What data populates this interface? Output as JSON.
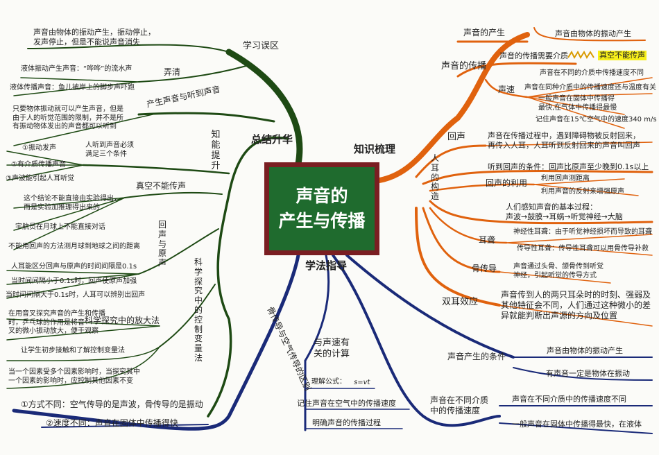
{
  "center": {
    "title": "声音的\n产生与传播"
  },
  "branches": {
    "summary": "总结升华",
    "knowledge": "知识梳理",
    "method": "学法指导"
  },
  "left": {
    "mistakes": "学习误区",
    "mistake_note": "声音由物体的振动产生，振动停止，\n发声停止，但是不能说声音消失",
    "clarify": "弄清",
    "liquid_sound": "液体振动产生声音：“哗哗”的流水声",
    "liquid_transmit": "液体传播声音：鱼儿被岸上的脚步声吓跑",
    "produce_hear": "产生声音与听到声音",
    "vibrate_note": "只要物体振动就可以产生声音，但是\n由于人的听觉范围的限制，并不是所\n有振动物体发出的声音都可以听到",
    "ability": "知能提升",
    "cond1": "①振动发声",
    "cond2": "②有介质传播声音",
    "cond3": "③声波能引起人耳听觉",
    "three_cond": "人听到声音必须\n满足三个条件",
    "vacuum": "真空不能传声",
    "vacuum_note": "这个结论不能直接由实验得出，\n而是实验加推理得出来的",
    "astronaut": "宇航员在月球上不能直接对话",
    "echo_dist": "不能用回声的方法测月球到地球之间的距离",
    "echo_vs": "回声与原声",
    "ear_dist": "人耳能区分回声与原声的时间间隔是0.1s",
    "lt": "当时间间隔小于0.1s时，回声使原声加强",
    "gt": "当时间间隔大于0.1s时，人耳可以辨别出回声",
    "science": "科学探究中的控制变量法",
    "amplify": "科学探究中的放大法",
    "amplify_note": "在用音叉探究声音的产生和传播\n时，乒乓球的作用是将音\n叉的微小振动放大，便于观察",
    "control_intro": "让学生初步接触和了解控制变量法",
    "control_note": "当一个因素受多个因素影响时，当探究其中\n一个因素的影响时，应控制其他因素不变",
    "bone_air": "骨传导与空气传导的区别",
    "diff1": "①方式不同：空气传导的是声波，骨传导的是振动",
    "diff2": "②速度不同：声音在固体中传播得快"
  },
  "bottom": {
    "speed_calc": "与声速有\n关的计算",
    "formula_label": "理解公式：",
    "formula": "s=vt",
    "remember": "记住声音在空气中的传播速度",
    "process": "明确声音的传播过程"
  },
  "right": {
    "origin": "声音的产生",
    "origin_detail": "声音由物体的振动产生",
    "propagation": "声音的传播",
    "need_medium": "声音的传播需要介质",
    "no_vacuum": "真空不能传声",
    "speed": "声速",
    "speed_diff": "声音在不同的介质中传播速度不同",
    "speed_temp": "声音在同种介质中的传播速度还与温度有关",
    "solid_fast": "一般声音在固体中传播得\n最快,在气体中传播得最慢",
    "air_speed": "记住声音在15℃空气中的速度340 m/s",
    "echo": "回声",
    "echo_def": "声音在传播过程中，遇到障碍物被反射回来，\n再传入人耳，人耳听到反射回来的声音叫回声",
    "ear_struct": "人耳的构造",
    "echo_cond": "听到回声的条件：回声比原声至少晚到0.1s以上",
    "echo_use": "回声的利用",
    "use1": "利用回声测距离",
    "use2": "利用声音的反射来增强原声",
    "hearing": "人们感知声音的基本过程：\n声波→鼓膜→耳蜗→听觉神经→大脑",
    "deaf": "耳聋",
    "deaf1": "神经性耳聋：由于听觉神经损坏而导致的耳聋",
    "deaf2": "传导性耳聋：传导性耳聋可以用骨传导补救",
    "bone": "骨传导",
    "bone_detail": "声音通过头骨、颌骨传到听觉\n神经，引起听觉的传导方式",
    "binaural": "双耳效应",
    "binaural_detail": "声音传到人的两只耳朵时的时刻、强弱及\n其他特征会不同，人们通过这种微小的差\n异就能判断出声源的方向及位置",
    "cond": "声音产生的条件",
    "cond_a": "声音由物体的振动产生",
    "cond_b": "有声音一定是物体在振动",
    "media_speed": "声音在不同介质\n中的传播速度",
    "media_a": "声音在不同介质中的传播速度不同",
    "media_b": "一般声音在固体中传播得最快，在液体"
  },
  "colors": {
    "green_branch": "#1e4a14",
    "orange_branch": "#e0620e",
    "navy_branch": "#1a2a78",
    "frame": "#7a1e22",
    "board": "#1f6b2e",
    "highlight": "#f7ef1a"
  }
}
